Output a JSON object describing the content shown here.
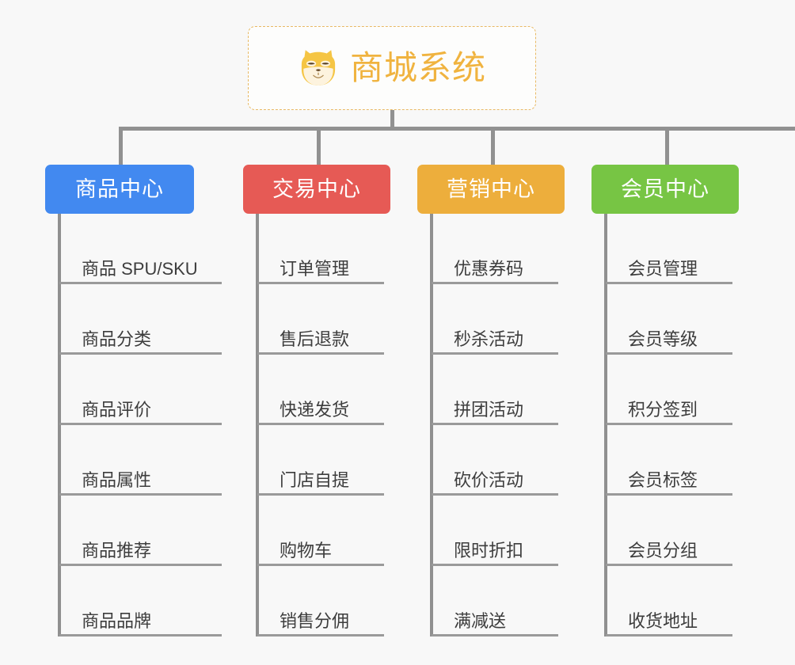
{
  "diagram": {
    "type": "mindmap",
    "background_color": "#f8f8f8",
    "root": {
      "title": "商城系统",
      "icon": "shiba-dog-icon",
      "text_color": "#f0b33f",
      "border_color": "#e8b964"
    },
    "connector_color": "#919191"
  },
  "branches": [
    {
      "label": "商品中心",
      "color": "#4289f0",
      "items": [
        "商品 SPU/SKU",
        "商品分类",
        "商品评价",
        "商品属性",
        "商品推荐",
        "商品品牌"
      ]
    },
    {
      "label": "交易中心",
      "color": "#e65a55",
      "items": [
        "订单管理",
        "售后退款",
        "快递发货",
        "门店自提",
        "购物车",
        "销售分佣"
      ]
    },
    {
      "label": "营销中心",
      "color": "#edae3c",
      "items": [
        "优惠券码",
        "秒杀活动",
        "拼团活动",
        "砍价活动",
        "限时折扣",
        "满减送"
      ]
    },
    {
      "label": "会员中心",
      "color": "#77c544",
      "items": [
        "会员管理",
        "会员等级",
        "积分签到",
        "会员标签",
        "会员分组",
        "收货地址"
      ]
    }
  ]
}
